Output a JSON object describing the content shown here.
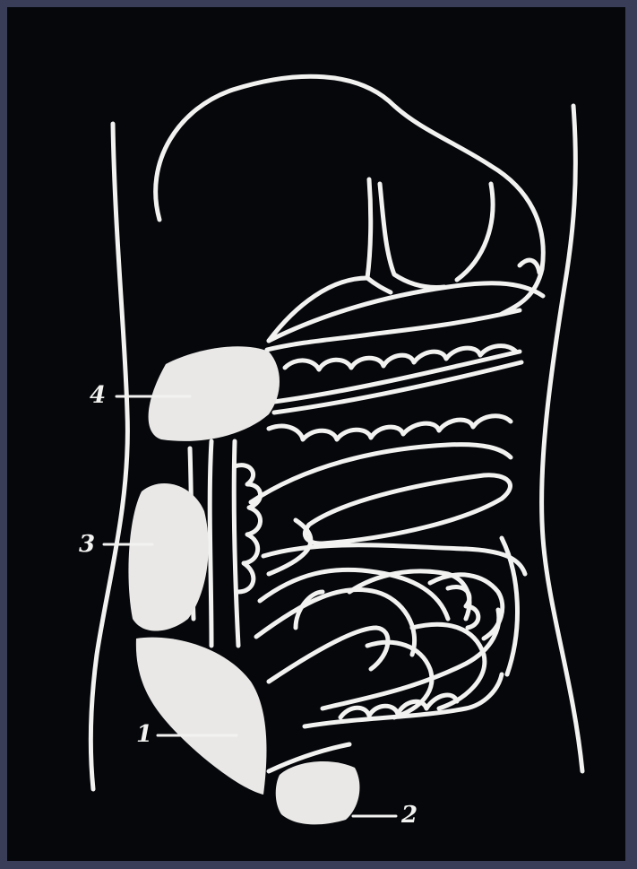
{
  "diagram": {
    "colors": {
      "background": "#05070b",
      "frame": "#3a3d57",
      "line": "#f2f2f0",
      "region_fill": "#e9e8e6"
    },
    "labels": [
      {
        "id": "1",
        "text": "1"
      },
      {
        "id": "2",
        "text": "2"
      },
      {
        "id": "3",
        "text": "3"
      },
      {
        "id": "4",
        "text": "4"
      }
    ]
  }
}
